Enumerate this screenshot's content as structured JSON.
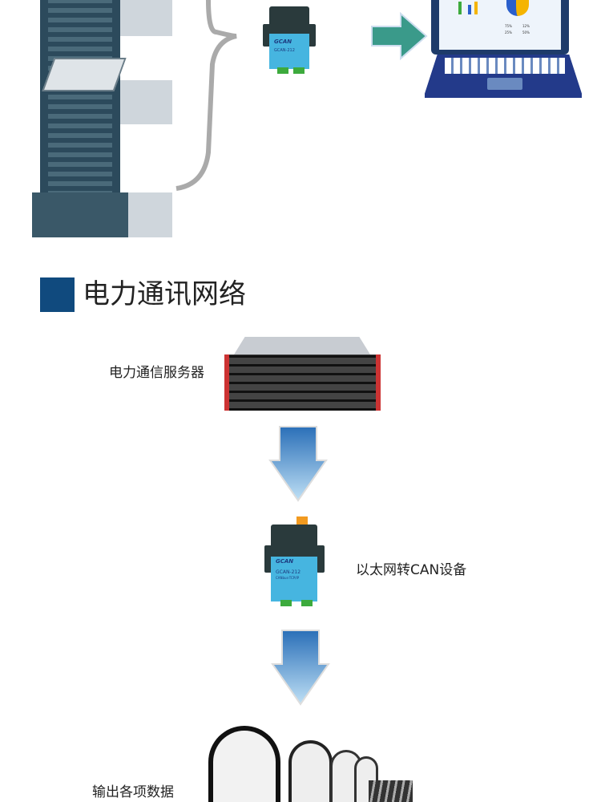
{
  "section_title": "电力通讯网络",
  "accent_color": "#104a7e",
  "flow": [
    {
      "label": "电力通信服务器",
      "icon": "server-rack"
    },
    {
      "label": "以太网转CAN设备",
      "icon": "gcan-device"
    },
    {
      "label": "输出各项数据",
      "icon": "call-center-operators"
    }
  ],
  "device": {
    "brand": "GCAN",
    "model": "GCAN-212",
    "subtitle": "CANbus-TCP/IP"
  },
  "laptop": {
    "stats": [
      "75%",
      "12%",
      "25%",
      "50%"
    ]
  },
  "colors": {
    "arrow_blue": "#5aaee0",
    "arrow_green": "#3a9a8a",
    "building": "#2c4a5c"
  }
}
